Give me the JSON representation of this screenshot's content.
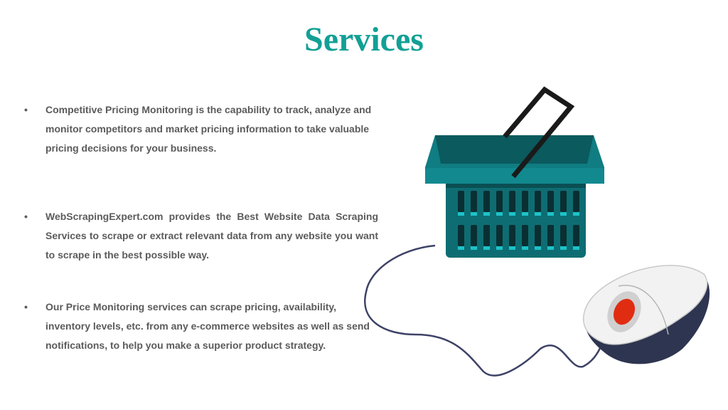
{
  "slide": {
    "title": "Services",
    "bullets": [
      {
        "marker": "•",
        "text": "Competitive Pricing Monitoring is the capability to track, analyze and monitor competitors and market pricing information to take valuable pricing decisions for your business."
      },
      {
        "marker": "•",
        "text": "WebScrapingExpert.com provides the Best Website Data Scraping Services to scrape or extract relevant data from any website you want to scrape in the best possible way."
      },
      {
        "marker": "•",
        "text": "Our Price Monitoring services can scrape pricing, availability, inventory levels, etc. from any  e-commerce websites as well as send notifications, to help you make a superior product strategy."
      }
    ]
  },
  "colors": {
    "title": "#12a095",
    "text": "#5b5b5b",
    "basket": "#0e6d72",
    "basket_dark": "#0a4f53",
    "mouse_body": "#f2f2f2",
    "mouse_dark": "#2e3550",
    "mouse_wheel": "#e02d12"
  },
  "icons": [
    "shopping-basket-icon",
    "computer-mouse-icon"
  ]
}
